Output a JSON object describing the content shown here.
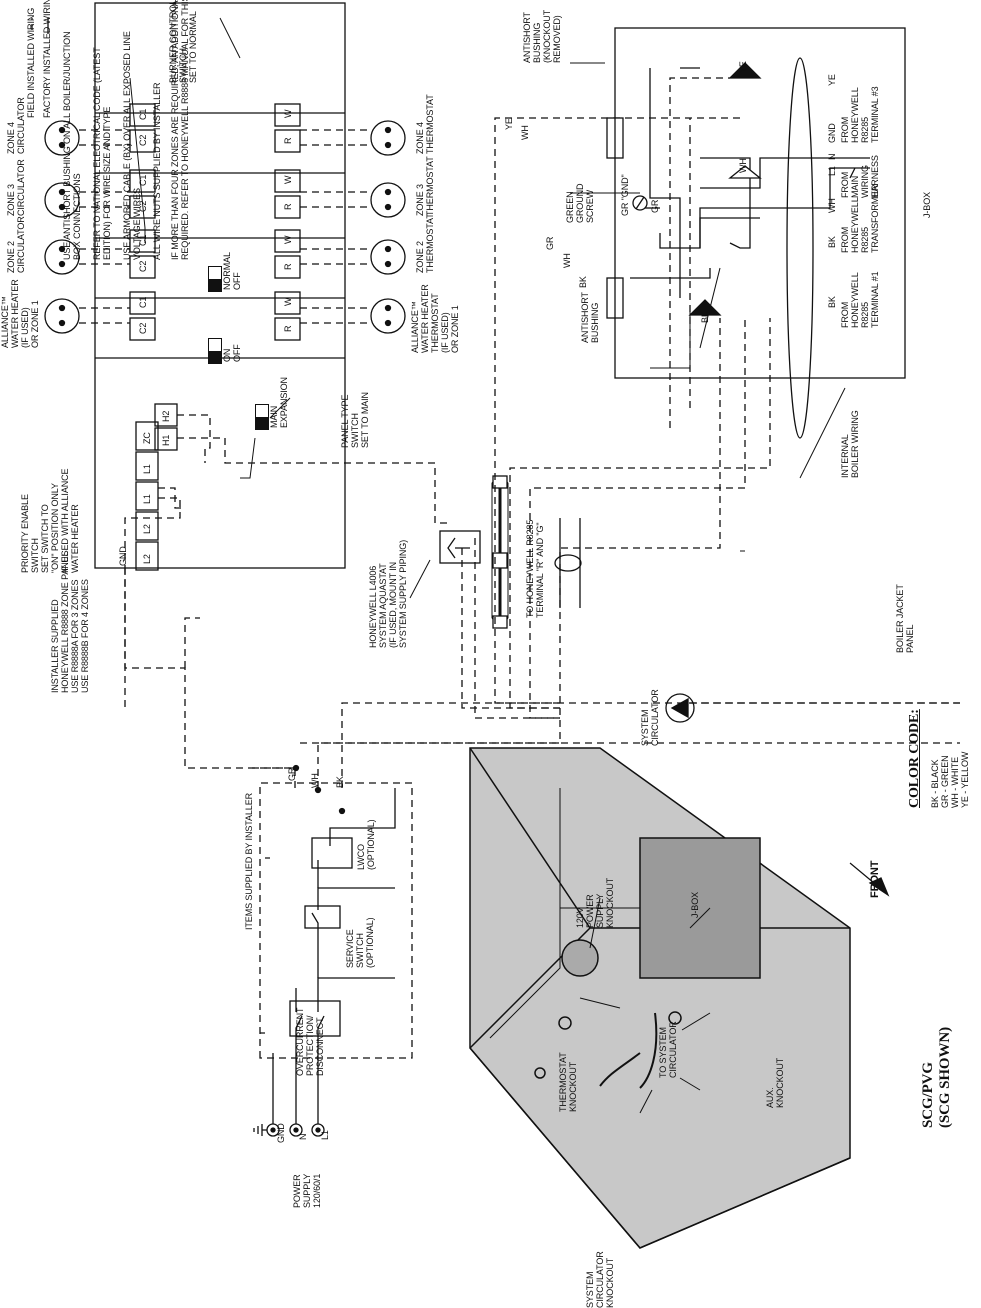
{
  "legend": {
    "field_wiring": "FIELD INSTALLED WIRING",
    "factory_wiring": "FACTORY INSTALLED WIRING",
    "notes": [
      "USE ANTISHORT BUSHING ON ALL BOILER/JUNCTION\nBOX CONNECTIONS",
      "REFER TO NATIONAL ELECTRICAL CODE (LATEST\nEDITION) FOR WIRE SIZE AND TYPE",
      "USE ARMORED CABLE (BX) OVER ALL EXPOSED LINE\nVOLTAGE WIRES",
      "ALL WIRE NUTS SUPPLIED BY INSTALLER",
      "IF MORE THAN FOUR ZONES ARE REQUIRED, AN ADDITIONAL R8888 IS\nREQUIRED. REFER TO HONEYWELL R8888 MANUAL FOR THIS APPLICATION."
    ]
  },
  "power": {
    "items_supplied": "ITEMS SUPPLIED BY INSTALLER",
    "terminals": [
      "GND",
      "N",
      "L1"
    ],
    "supply_label": "POWER\nSUPPLY\n120/60/1",
    "overcurrent": "OVERCURRENT\nPROTECTION/\nDISCONNECT",
    "service_switch": "SERVICE\nSWITCH\n(OPTIONAL)",
    "lwco": "LWCO\n(OPTIONAL)",
    "wire_colors": [
      "GR",
      "WH",
      "BK"
    ]
  },
  "zone_panel": {
    "installer_note": "INSTALLER SUPPLIED\nHONEYWELL R8888 ZONE PANEL\nUSE R8888A FOR 3 ZONES\nUSE R8888B FOR 4 ZONES",
    "priority_note": "PRIORITY ENABLE\nSWITCH\nSET SWITCH TO\n\"ON\" POSITION ONLY\nIF USED WITH ALLIANCE\nWATER HEATER",
    "panel_type_note": "PANEL TYPE\nSWITCH\nSET TO MAIN",
    "burner_note": "BURNER CONTROL\nSWITCH\nSET TO NORMAL",
    "gnd": "GND",
    "line_terminals": [
      "L2",
      "L2",
      "L1",
      "L1",
      "ZC"
    ],
    "h_terminals": [
      "H1",
      "H2"
    ],
    "sw_on": "ON",
    "sw_off": "OFF",
    "sw_normal": "NORMAL",
    "sw_main": "MAIN",
    "sw_expansion": "EXPANSION",
    "zones": [
      {
        "circulator": "ALLIANCE™\nWATER HEATER\n(IF USED)\nOR ZONE 1",
        "thermostat": "ALLIANCE™\nWATER HEATER\nTHERMOSTAT\n(IF USED)\nOR ZONE 1",
        "c1": "C1",
        "c2": "C2",
        "r": "R",
        "w": "W"
      },
      {
        "circulator": "ZONE 2\nCIRCULATOR",
        "thermostat": "ZONE 2\nTHERMOSTAT",
        "c1": "C1",
        "c2": "C2",
        "r": "R",
        "w": "W"
      },
      {
        "circulator": "ZONE 3\nCIRCULATOR",
        "thermostat": "ZONE 3\nTHERMOSTAT",
        "c1": "C1",
        "c2": "C2",
        "r": "R",
        "w": "W"
      },
      {
        "circulator": "ZONE 4\nCIRCULATOR",
        "thermostat": "ZONE 4\nTHERMOSTAT",
        "c1": "C1",
        "c2": "C2",
        "r": "R",
        "w": "W"
      }
    ]
  },
  "aquastat": "HONEYWELL L4006\nSYSTEM AQUASTAT\n(IF USED, MOUNT IN\nSYSTEM SUPPLY PIPING)",
  "to_r8285": "TO HONEYWELL R8285\nTERMINAL \"R\" AND \"G\"",
  "system_circulator": "SYSTEM\nCIRCULATOR",
  "boiler_jacket": "BOILER JACKET\nPANEL",
  "internal_wiring": "INTERNAL\nBOILER WIRING",
  "jbox": {
    "label": "J-BOX",
    "antishort_top": "ANTISHORT\nBUSHING\n(KNOCKOUT\nREMOVED)",
    "antishort_bottom": "ANTISHORT\nBUSHING",
    "green_ground": "GREEN\nGROUND\nSCREW",
    "gr_gnd": "GR \"GND\"",
    "terminal3": "FROM\nHONEYWELL\nR8285\nTERMINAL #3",
    "harness": "FROM\nMAIN\nWIRING\nHARNESS",
    "transformer": "FROM\nHONEYWELL\nR8285\nTRANSFORMER",
    "terminal1": "FROM\nHONEYWELL\nR8285\nTERMINAL #1",
    "wires": {
      "ye": "YE",
      "gnd": "GND",
      "l1": "L1",
      "n": "N",
      "wh": "WH",
      "bk": "BK",
      "gr": "GR"
    }
  },
  "boiler": {
    "thermostat_ko": "THERMOSTAT\nKNOCKOUT",
    "power_ko": "120V\nPOWER\nSUPPLY\nKNOCKOUT",
    "jbox": "J-BOX",
    "front": "FRONT",
    "to_circ": "TO SYSTEM\nCIRCULATOR",
    "aux_ko": "AUX.\nKNOCKOUT",
    "sys_circ_ko": "SYSTEM\nCIRCULATOR\nKNOCKOUT",
    "model": "SCG/PVG\n(SCG SHOWN)"
  },
  "color_code": {
    "title": "COLOR CODE:",
    "items": [
      "BK - BLACK",
      "GR - GREEN",
      "WH - WHITE",
      "YE - YELLOW"
    ]
  }
}
